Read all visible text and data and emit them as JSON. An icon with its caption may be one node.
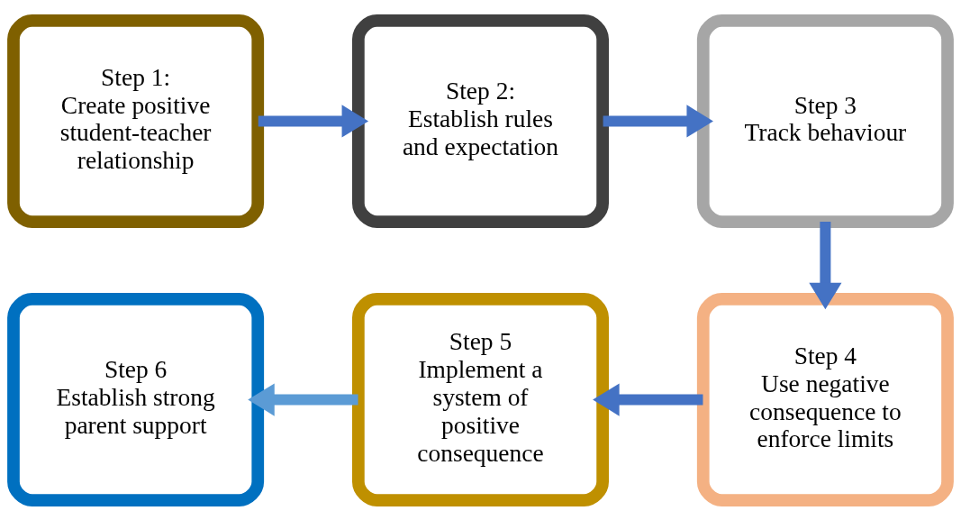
{
  "diagram": {
    "nodes": [
      {
        "text": [
          "Step 1:",
          "Create positive student-teacher relationship"
        ]
      },
      {
        "text": [
          "Step 2:",
          "Establish rules and expectation"
        ]
      },
      {
        "text": [
          "Step 3",
          "Track behaviour"
        ]
      },
      {
        "text": [
          "Step 4",
          "Use negative consequence to enforce limits"
        ]
      },
      {
        "text": [
          "Step 5",
          "Implement a system of positive consequence"
        ]
      },
      {
        "text": [
          "Step 6",
          "Establish strong parent support"
        ]
      }
    ],
    "edges": [
      {
        "from": 0,
        "to": 1,
        "arrow": "to"
      },
      {
        "from": 1,
        "to": 2,
        "arrow": "to"
      },
      {
        "from": 2,
        "to": 3,
        "arrow": "to"
      },
      {
        "from": 3,
        "to": 4,
        "arrow": "to"
      },
      {
        "from": 4,
        "to": 5,
        "arrow": "to",
        "color": "#5b9bd5"
      }
    ]
  }
}
